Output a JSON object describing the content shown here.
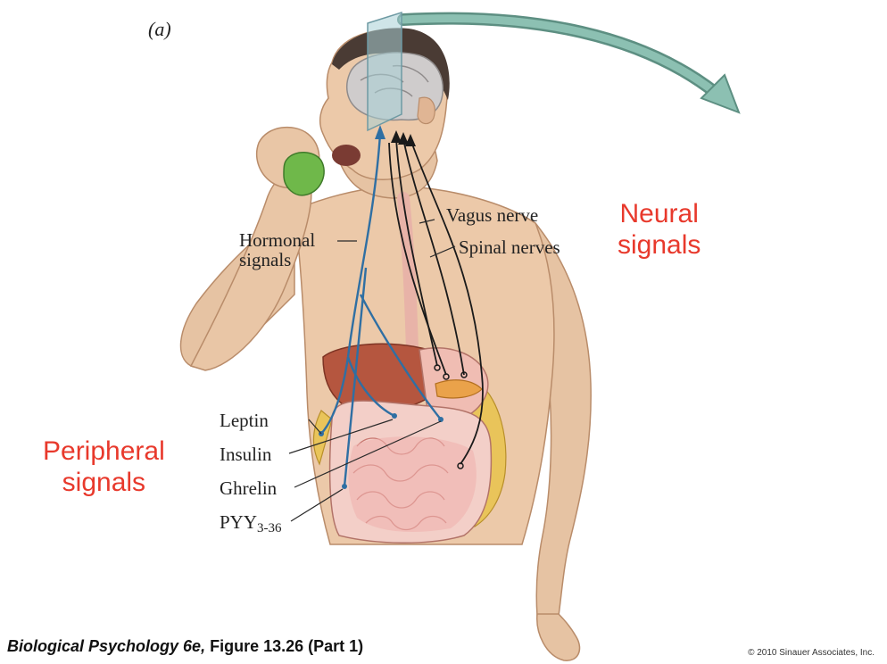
{
  "panel_label": "(a)",
  "labels": {
    "hormonal_line1": "Hormonal",
    "hormonal_line2": "signals",
    "vagus": "Vagus nerve",
    "spinal": "Spinal nerves",
    "leptin": "Leptin",
    "insulin": "Insulin",
    "ghrelin": "Ghrelin",
    "pyy_main": "PYY",
    "pyy_sub": "3-36"
  },
  "headings": {
    "neural_line1": "Neural",
    "neural_line2": "signals",
    "peripheral_line1": "Peripheral",
    "peripheral_line2": "signals"
  },
  "caption": {
    "book": "Biological Psychology 6e,",
    "figure": "Figure 13.26 (Part 1)"
  },
  "copyright": "© 2010 Sinauer Associates, Inc.",
  "colors": {
    "accent_red": "#e8392c",
    "hormonal_blue": "#2f6fa3",
    "neural_black": "#1a1a1a",
    "arrow_teal": "#7fb3a6",
    "skin": "#e9c7a6",
    "skin_shadow": "#c99a78",
    "liver": "#b5563f",
    "intestine": "#efb1ad",
    "colon": "#f3cfc8",
    "fat": "#e9c45a",
    "apple": "#6fb84a",
    "brain": "#c9c6c6",
    "hair": "#4a3b34"
  }
}
